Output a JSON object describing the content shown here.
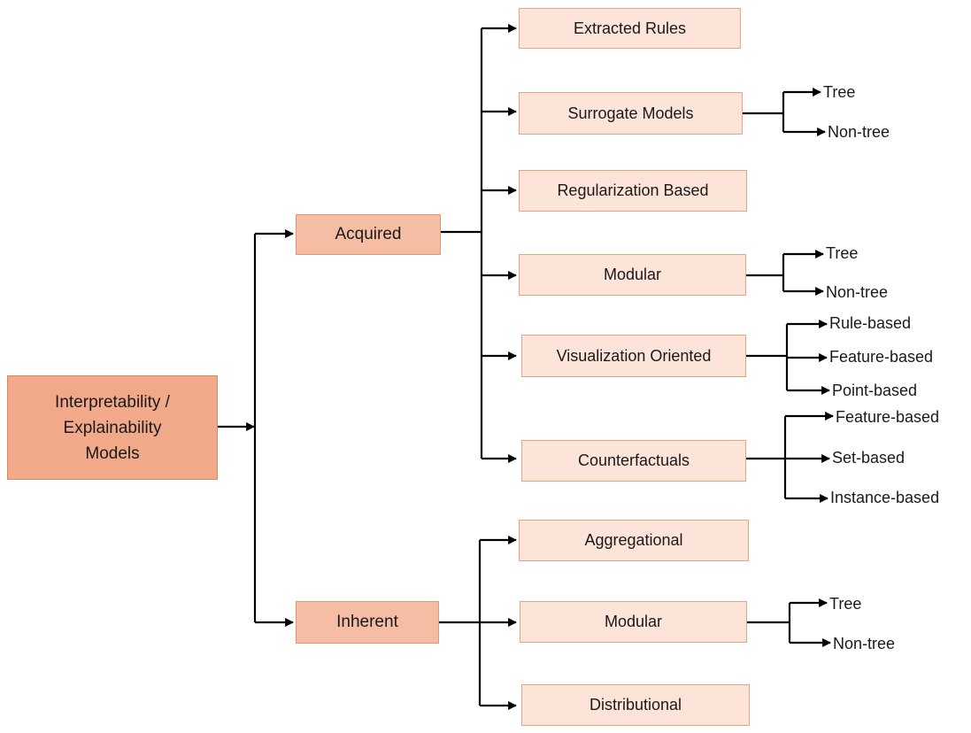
{
  "root": {
    "label": "Interpretability /\nExplainability\nModels"
  },
  "acquired": {
    "label": "Acquired",
    "categories": [
      {
        "label": "Extracted Rules",
        "children": []
      },
      {
        "label": "Surrogate Models",
        "children": [
          "Tree",
          "Non-tree"
        ]
      },
      {
        "label": "Regularization Based",
        "children": []
      },
      {
        "label": "Modular",
        "children": [
          "Tree",
          "Non-tree"
        ]
      },
      {
        "label": "Visualization Oriented",
        "children": [
          "Rule-based",
          "Feature-based",
          "Point-based"
        ]
      },
      {
        "label": "Counterfactuals",
        "children": [
          "Feature-based",
          "Set-based",
          "Instance-based"
        ]
      }
    ]
  },
  "inherent": {
    "label": "Inherent",
    "categories": [
      {
        "label": "Aggregational",
        "children": []
      },
      {
        "label": "Modular",
        "children": [
          "Tree",
          "Non-tree"
        ]
      },
      {
        "label": "Distributional",
        "children": []
      }
    ]
  },
  "colors": {
    "root_fill": "#f2a98a",
    "mid_fill": "#f5bda4",
    "category_fill": "#fce4d8",
    "border": "#e0906a",
    "line": "#000000"
  }
}
